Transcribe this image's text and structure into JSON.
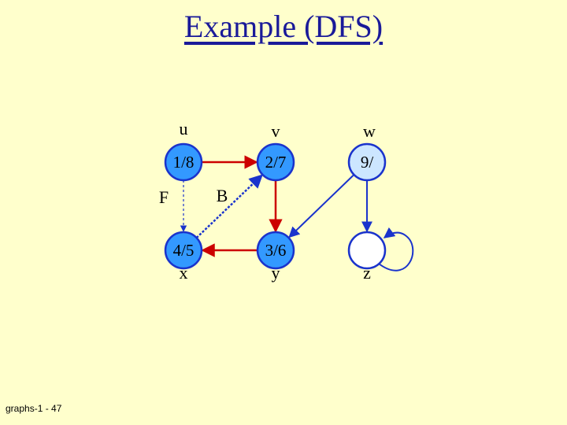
{
  "title": "Example (DFS)",
  "footer": "graphs-1 - 47",
  "colors": {
    "background": "#FFFFCC",
    "title": "#1A1A99",
    "tree_edge": "#CC0000",
    "other_edge": "#1A33CC",
    "node_discovered": "#CCE6FF",
    "node_finished": "#3399FF",
    "node_unvisited": "#FFFFFF",
    "node_border": "#1A33CC"
  },
  "nodes": [
    {
      "id": "u",
      "name": "u",
      "label": "1/8",
      "state": "finished"
    },
    {
      "id": "v",
      "name": "v",
      "label": "2/7",
      "state": "finished"
    },
    {
      "id": "w",
      "name": "w",
      "label": "9/",
      "state": "discovered"
    },
    {
      "id": "x",
      "name": "x",
      "label": "4/5",
      "state": "finished"
    },
    {
      "id": "y",
      "name": "y",
      "label": "3/6",
      "state": "finished"
    },
    {
      "id": "z",
      "name": "z",
      "label": "",
      "state": "unvisited"
    }
  ],
  "edges": [
    {
      "from": "u",
      "to": "v",
      "kind": "tree",
      "label": ""
    },
    {
      "from": "v",
      "to": "y",
      "kind": "tree",
      "label": ""
    },
    {
      "from": "y",
      "to": "x",
      "kind": "tree",
      "label": ""
    },
    {
      "from": "x",
      "to": "v",
      "kind": "back",
      "label": "B"
    },
    {
      "from": "u",
      "to": "x",
      "kind": "forward",
      "label": "F"
    },
    {
      "from": "w",
      "to": "y",
      "kind": "normal",
      "label": ""
    },
    {
      "from": "w",
      "to": "z",
      "kind": "normal",
      "label": ""
    },
    {
      "from": "z",
      "to": "z",
      "kind": "self",
      "label": ""
    }
  ]
}
